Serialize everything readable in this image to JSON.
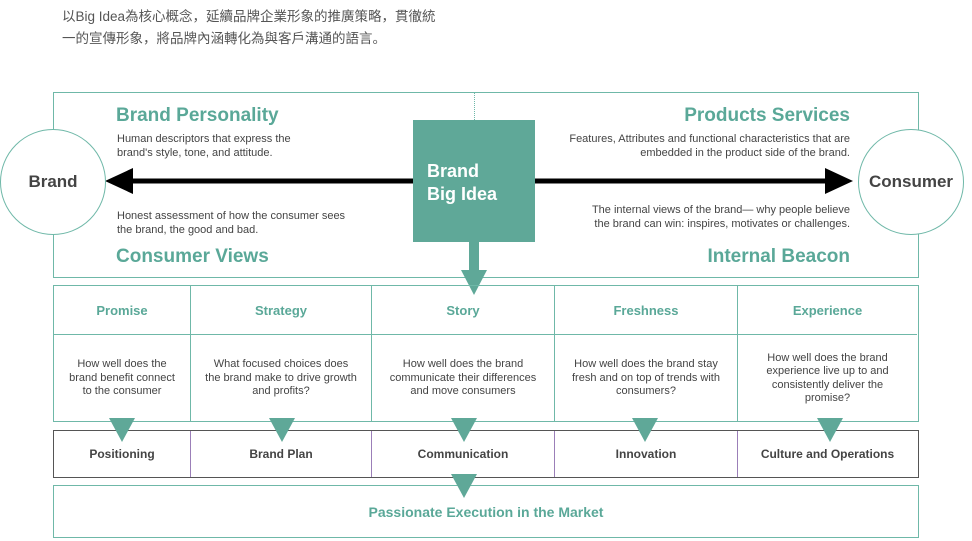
{
  "intro": {
    "line1": "以Big Idea為核心概念，延續品牌企業形象的推廣策略，貫徹統",
    "line2": "一的宣傳形象，將品牌內涵轉化為與客戶溝通的語言。"
  },
  "circles": {
    "left": "Brand",
    "right": "Consumer"
  },
  "big_idea": {
    "line1": "Brand",
    "line2": "Big Idea"
  },
  "quadrants": {
    "top_left": {
      "title": "Brand Personality",
      "text": "Human descriptors that express the brand's style, tone, and attitude."
    },
    "top_right": {
      "title": "Products Services",
      "text": "Features, Attributes and functional characteristics that are embedded in the product side of the brand."
    },
    "bottom_left": {
      "title": "Consumer Views",
      "text": "Honest assessment of how the consumer sees the brand, the good and bad."
    },
    "bottom_right": {
      "title": "Internal Beacon",
      "text": "The internal views of the brand— why people believe the brand can win: inspires, motivates or challenges."
    }
  },
  "pillars": [
    {
      "title": "Promise",
      "question": "How well does the brand benefit connect to the consumer",
      "outcome": "Positioning"
    },
    {
      "title": "Strategy",
      "question": "What focused choices does the brand make to drive growth and profits?",
      "outcome": "Brand Plan"
    },
    {
      "title": "Story",
      "question": "How well does the brand communicate their differences and move consumers",
      "outcome": "Communication"
    },
    {
      "title": "Freshness",
      "question": "How well does the brand stay fresh and on top of trends with consumers?",
      "outcome": "Innovation"
    },
    {
      "title": "Experience",
      "question": "How well does the brand experience live up to and consistently deliver the promise?",
      "outcome": "Culture and Operations"
    }
  ],
  "final": "Passionate Execution in the Market",
  "colors": {
    "teal": "#5fa898",
    "teal_line": "#6fb8a8",
    "text": "#444444"
  }
}
